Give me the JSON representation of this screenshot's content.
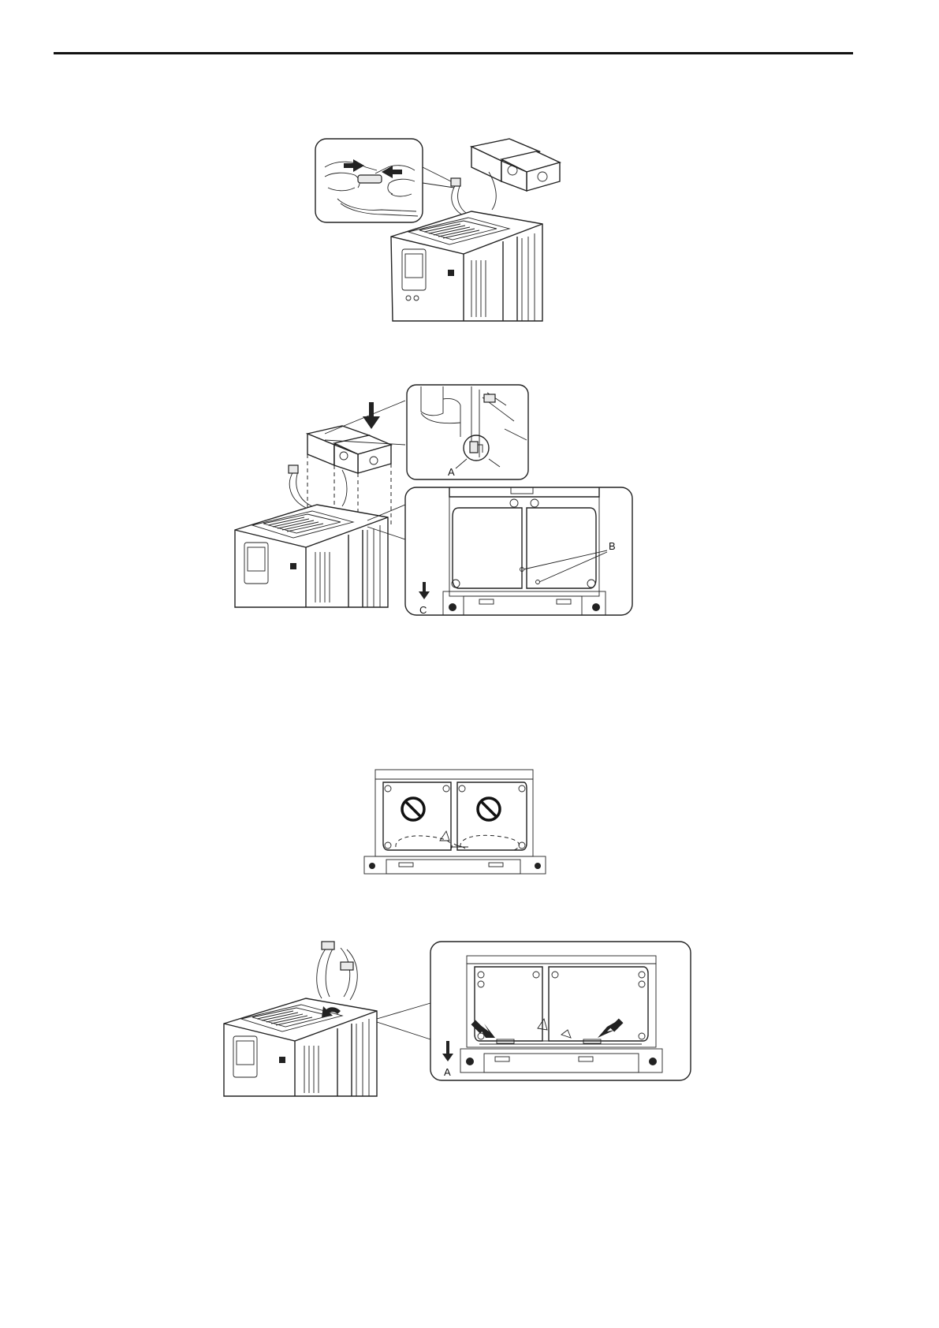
{
  "figures": {
    "fig1": {},
    "fig2": {
      "callout_a": "A",
      "callout_b": "B",
      "callout_c": "C"
    },
    "fig3": {},
    "fig4": {
      "callout_a": "A"
    }
  }
}
